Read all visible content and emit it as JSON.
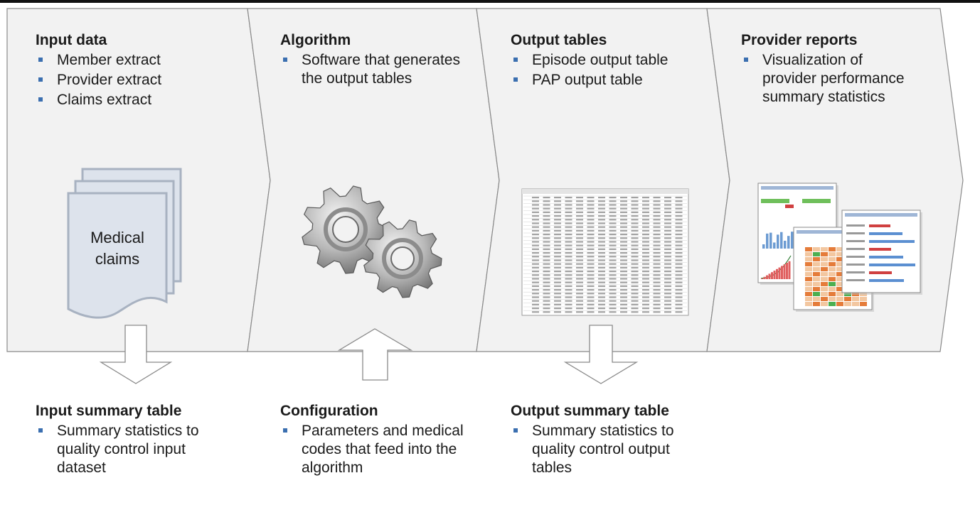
{
  "stages": [
    {
      "title": "Input data",
      "items": [
        "Member extract",
        "Provider extract",
        "Claims extract"
      ]
    },
    {
      "title": "Algorithm",
      "items": [
        "Software that generates the output tables"
      ]
    },
    {
      "title": "Output tables",
      "items": [
        "Episode output table",
        "PAP output table"
      ]
    },
    {
      "title": "Provider reports",
      "items": [
        "Visualization of provider performance summary statistics"
      ]
    }
  ],
  "supports": [
    {
      "title": "Input summary table",
      "items": [
        "Summary statistics to quality control input dataset"
      ]
    },
    {
      "title": "Configuration",
      "items": [
        "Parameters and medical codes that feed into the algorithm"
      ]
    },
    {
      "title": "Output summary table",
      "items": [
        "Summary statistics to quality control output tables"
      ]
    }
  ],
  "document_label_line1": "Medical",
  "document_label_line2": "claims",
  "icons": [
    "document-stack-icon",
    "gears-icon",
    "spreadsheet-thumbnail-icon",
    "report-thumbnails-icon"
  ],
  "colors": {
    "bullet": "#3b6fb0",
    "chevron_fill": "#f2f2f2",
    "doc_fill": "#dde3ec",
    "doc_stroke": "#a8b2c1"
  }
}
